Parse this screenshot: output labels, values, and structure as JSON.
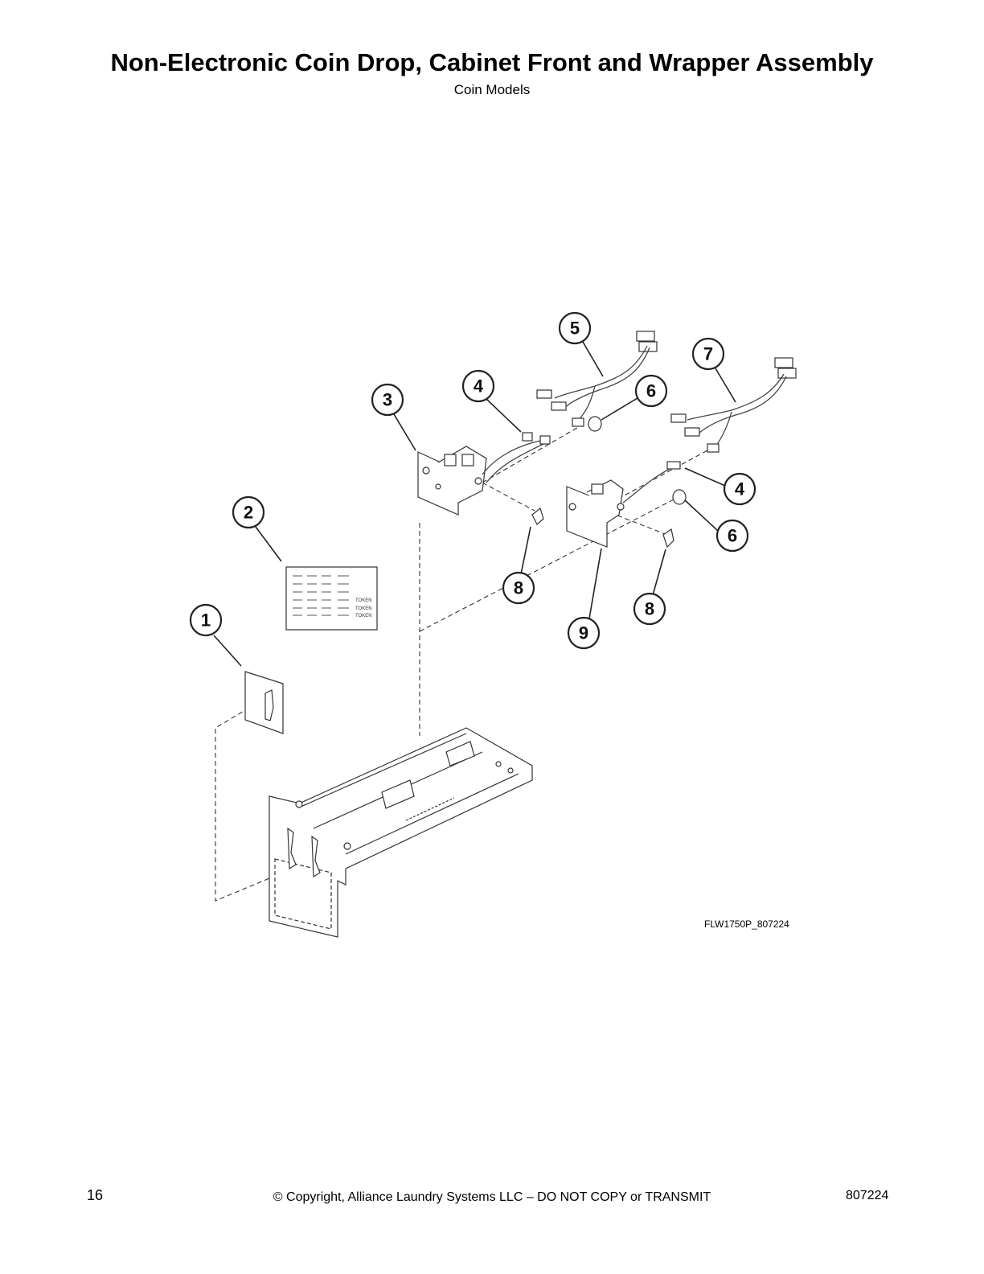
{
  "header": {
    "title": "Non-Electronic Coin Drop, Cabinet Front and Wrapper Assembly",
    "subtitle": "Coin Models"
  },
  "diagram": {
    "figure_code": "FLW1750P_807224",
    "decal_tokens": [
      "TOKEN",
      "TOKEN",
      "TOKEN"
    ],
    "callouts": [
      "1",
      "2",
      "3",
      "4",
      "5",
      "6",
      "7",
      "4",
      "6",
      "8",
      "9",
      "8"
    ]
  },
  "footer": {
    "page_number": "16",
    "copyright": "© Copyright, Alliance Laundry Systems LLC – DO NOT COPY or TRANSMIT",
    "doc_number": "807224"
  }
}
